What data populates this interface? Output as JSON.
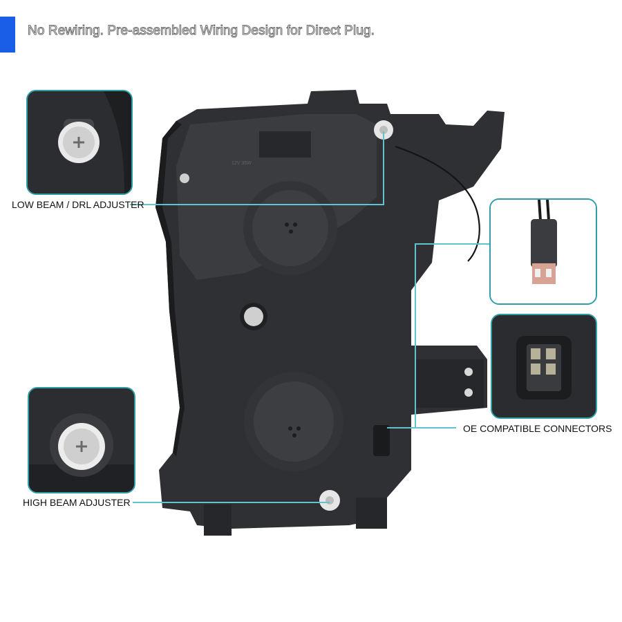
{
  "headline": "No Rewiring. Pre-assembled Wiring Design for Direct Plug.",
  "callouts": {
    "low_beam": "LOW BEAM / DRL ADJUSTER",
    "high_beam": "HIGH BEAM ADJUSTER",
    "oe_connectors": "OE COMPATIBLE CONNECTORS"
  },
  "housing_marking": "12V 35W",
  "colors": {
    "accent": "#1a5ee8",
    "leader_line": "#5fc4cf",
    "inset_border": "#2f9ea9",
    "housing": "#2e3034"
  },
  "icons": {
    "low_beam_inset": "adjuster-screw-icon",
    "high_beam_inset": "adjuster-screw-icon",
    "connector_inset": "wire-plug-icon",
    "oe_inset": "connector-socket-icon"
  }
}
